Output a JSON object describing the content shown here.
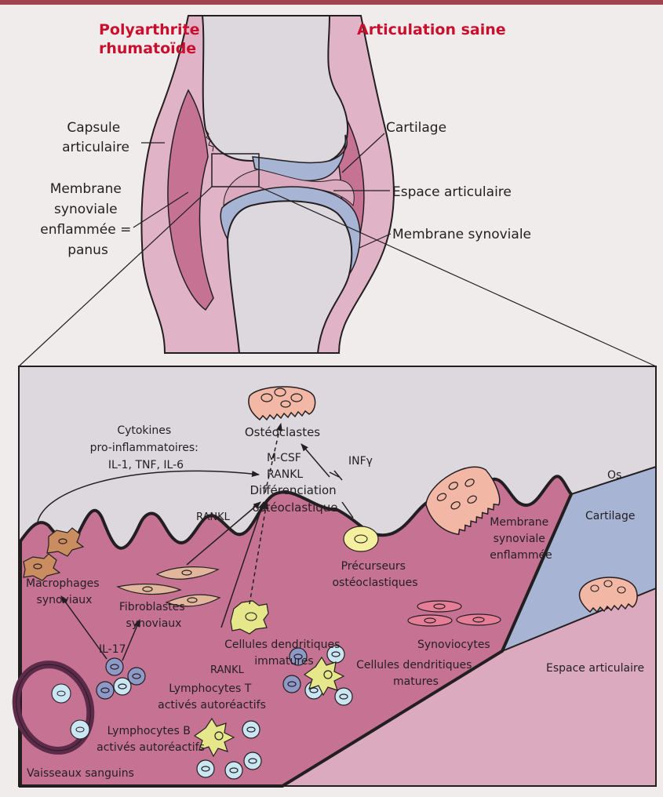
{
  "top_title_left": [
    "Polyarthrite",
    "rhumatoïde"
  ],
  "top_title_right": "Articulation saine",
  "top_labels": {
    "capsule": [
      "Capsule",
      "articulaire"
    ],
    "membrane_inflamed": [
      "Membrane",
      "synoviale",
      "enflammée =",
      "panus"
    ],
    "cartilage": "Cartilage",
    "espace": "Espace articulaire",
    "membrane": "Membrane synoviale"
  },
  "bottom_labels": {
    "osteoclastes": "Ostéoclastes",
    "cytokines": [
      "Cytokines",
      "pro-inflammatoires:",
      "IL-1, TNF, IL-6"
    ],
    "mcsf": "M-CSF",
    "rankl_center": "RANKL",
    "infg": "INFγ",
    "differenciation": [
      "Différenciation",
      "ostéoclastique"
    ],
    "os": "Os",
    "cartilage": "Cartilage",
    "membrane_inflamed": [
      "Membrane",
      "synoviale",
      "enflammée"
    ],
    "rankl_upper": "RANKL",
    "macrophages": [
      "Macrophages",
      "synoviaux"
    ],
    "fibroblastes": [
      "Fibroblastes",
      "synoviaux"
    ],
    "dendritic_immature": [
      "Cellules dendritiques",
      "immatures"
    ],
    "precurseurs": [
      "Précurseurs",
      "ostéoclastiques"
    ],
    "synoviocytes": "Synoviocytes",
    "il17": "IL-17",
    "rankl_lower": "RANKL",
    "lymph_t": [
      "Lymphocytes T",
      "activés autoréactifs"
    ],
    "dendritic_mature": [
      "Cellules dendritiques",
      "matures"
    ],
    "espace": "Espace articulaire",
    "lymph_b": [
      "Lymphocytes B",
      "activés autoréactifs"
    ],
    "vaisseaux": "Vaisseaux sanguins"
  },
  "colors": {
    "frame_top": "#a0434f",
    "background": "#f0ecec",
    "bone": "#ddd8dd",
    "capsule": "#e1b3c7",
    "membrane": "#c67393",
    "cartilage": "#a7b4d4",
    "espace": "#dbaabe",
    "title_red": "#c8102e"
  }
}
